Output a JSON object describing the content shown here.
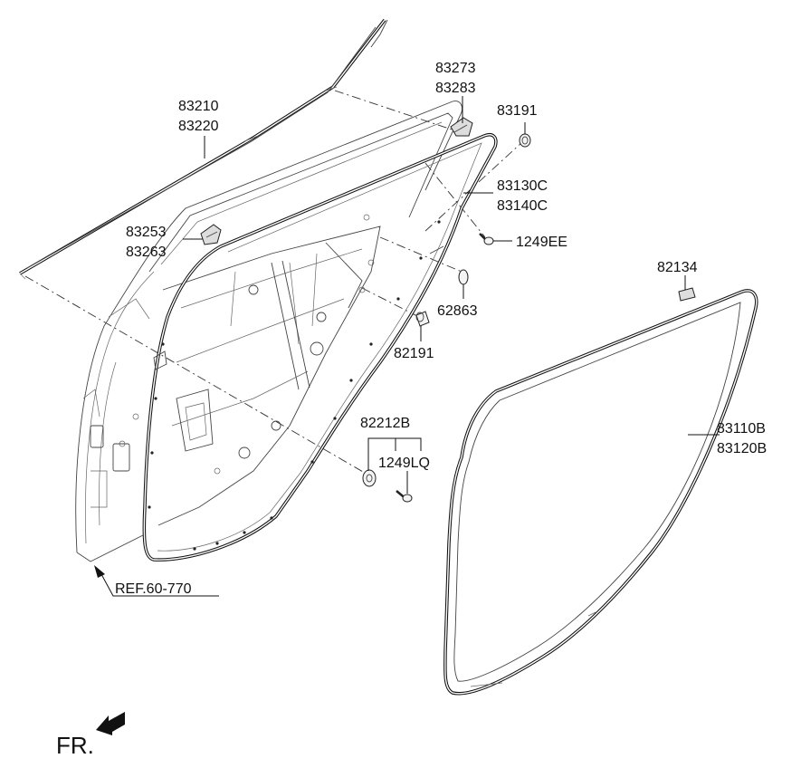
{
  "labels": {
    "belt_outer": [
      "83210",
      "83220"
    ],
    "delta_cover": [
      "83273",
      "83283"
    ],
    "plug_top": "83191",
    "door_seal": [
      "83130C",
      "83140C"
    ],
    "bracket": [
      "83253",
      "83263"
    ],
    "screw_ee": "1249EE",
    "body_seal_clip": "82134",
    "plug_mid": "62863",
    "plug_lower": "82191",
    "bumper": "82212B",
    "screw_lq": "1249LQ",
    "body_seal": [
      "83110B",
      "83120B"
    ],
    "reference": "REF.60-770",
    "front_direction": "FR."
  }
}
